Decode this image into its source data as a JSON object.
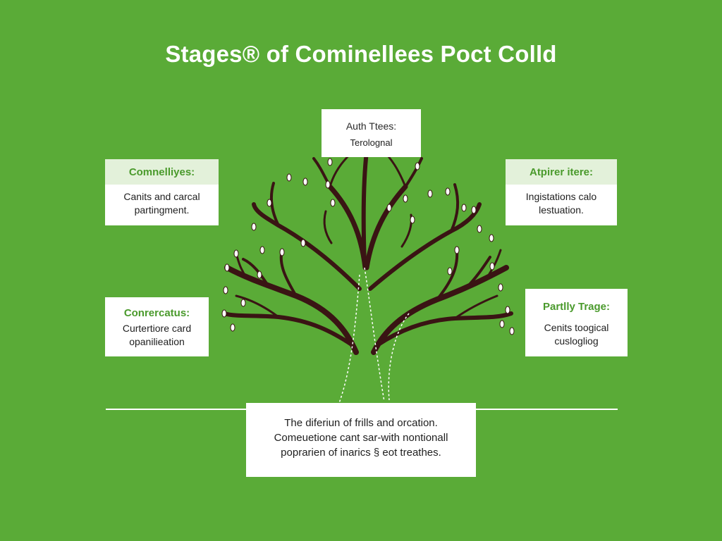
{
  "title": "Stages® of Cominellees Poct Colld",
  "top_card": {
    "heading": "Auth Ttees:",
    "text": "Terolognal"
  },
  "left_top_card": {
    "heading": "Comnelliyes:",
    "lines": [
      "Canits and carcal",
      "partingment."
    ]
  },
  "right_top_card": {
    "heading": "Atpirer itere:",
    "lines": [
      "Ingistations calo",
      "lestuation."
    ]
  },
  "left_bottom_card": {
    "heading": "Conrercatus:",
    "lines": [
      "Curtertiore card",
      "opanilieation"
    ]
  },
  "right_bottom_card": {
    "heading": "Partlly Trage:",
    "lines": [
      "Cenits toogical",
      "cuslogliog"
    ]
  },
  "bottom_card": {
    "lines": [
      "The diferiun of frills and orcation.",
      "Comeuetione cant sar-with nontionall",
      "poprarien of inarics § eot treathes."
    ]
  },
  "colors": {
    "background": "#5aab37",
    "heading_green": "#4a9a2c",
    "header_band": "#e3f1da",
    "branch": "#3a1414",
    "card": "#ffffff"
  }
}
